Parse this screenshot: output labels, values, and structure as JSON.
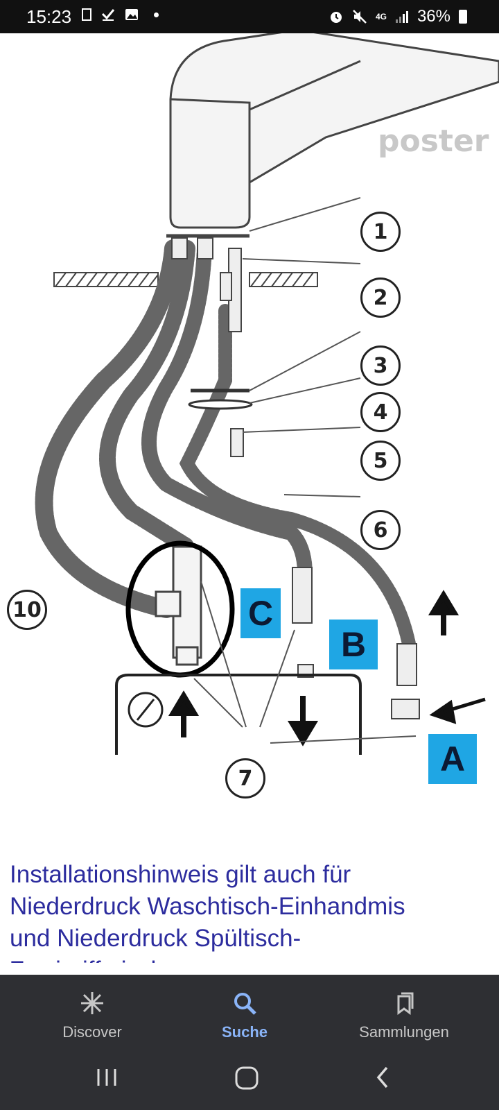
{
  "status_bar": {
    "time": "15:23",
    "network": "4G",
    "battery": "36%"
  },
  "diagram": {
    "watermark": "poster",
    "callouts": [
      "1",
      "2",
      "3",
      "4",
      "5",
      "6",
      "7",
      "10"
    ],
    "labels": {
      "a": "A",
      "b": "B",
      "c": "C"
    },
    "accent_color": "#1fa6e4"
  },
  "caption": {
    "lines": [
      "Installationshinweis gilt auch für",
      "Niederdruck Waschtisch-Einhandmis",
      "und Niederdruck Spültisch-",
      "Zweigriffmischer"
    ],
    "color": "#2c2c9e"
  },
  "bottom_nav": {
    "items": [
      {
        "label": "Discover",
        "icon": "asterisk-icon"
      },
      {
        "label": "Suche",
        "icon": "search-icon",
        "active": true
      },
      {
        "label": "Sammlungen",
        "icon": "collections-icon"
      }
    ],
    "active_color": "#8ab4f8"
  },
  "system_nav": {
    "icons": [
      "recent-apps-icon",
      "home-icon",
      "back-icon"
    ]
  }
}
